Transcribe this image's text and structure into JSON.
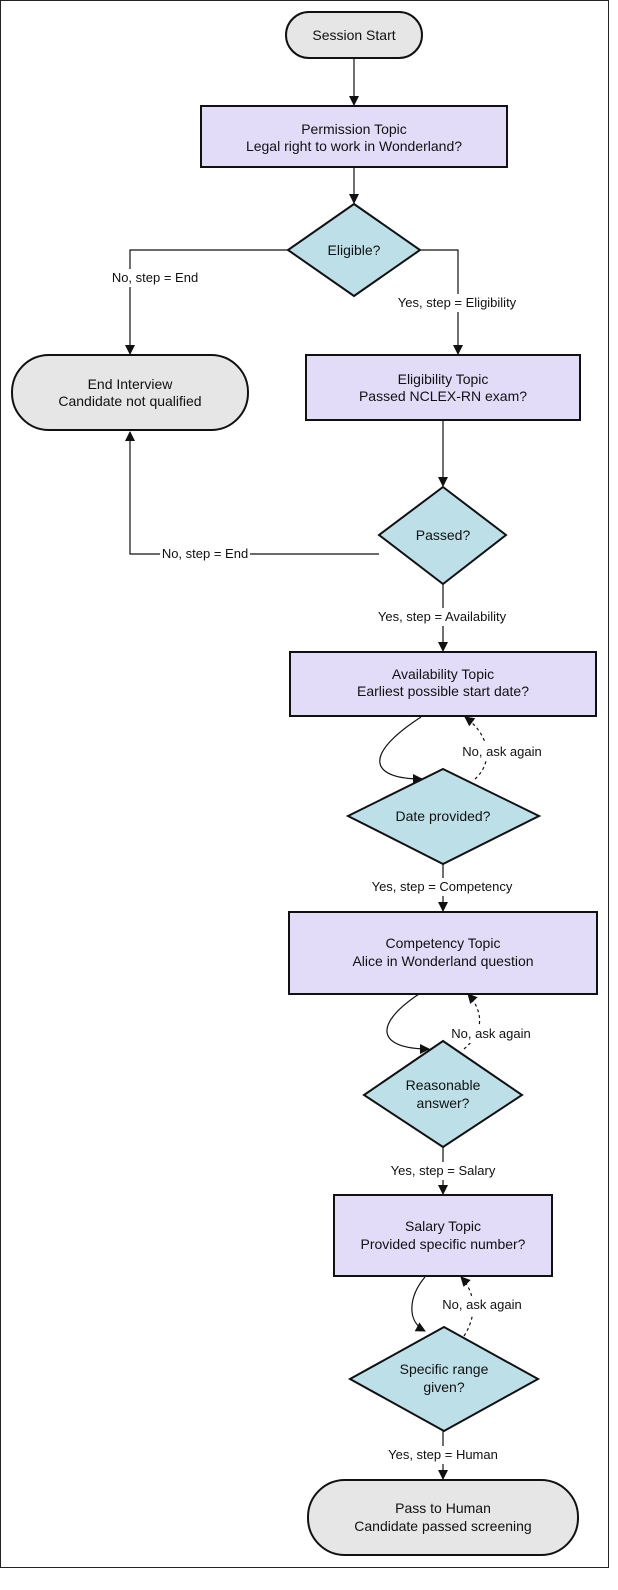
{
  "nodes": {
    "session_start": {
      "lines": [
        "Session Start"
      ]
    },
    "permission": {
      "lines": [
        "Permission Topic",
        "Legal right to work in Wonderland?"
      ]
    },
    "eligible": {
      "lines": [
        "Eligible?"
      ]
    },
    "end_interview": {
      "lines": [
        "End Interview",
        "Candidate not qualified"
      ]
    },
    "eligibility": {
      "lines": [
        "Eligibility Topic",
        "Passed NCLEX-RN exam?"
      ]
    },
    "passed": {
      "lines": [
        "Passed?"
      ]
    },
    "availability": {
      "lines": [
        "Availability Topic",
        "Earliest possible start date?"
      ]
    },
    "date_provided": {
      "lines": [
        "Date provided?"
      ]
    },
    "competency": {
      "lines": [
        "Competency Topic",
        "Alice in Wonderland question"
      ]
    },
    "reasonable": {
      "lines": [
        "Reasonable",
        "answer?"
      ]
    },
    "salary": {
      "lines": [
        "Salary Topic",
        "Provided specific number?"
      ]
    },
    "specific_range": {
      "lines": [
        "Specific range",
        "given?"
      ]
    },
    "pass_human": {
      "lines": [
        "Pass to Human",
        "Candidate passed screening"
      ]
    }
  },
  "edges": {
    "eligible_no": "No, step = End",
    "eligible_yes": "Yes, step = Eligibility",
    "passed_no": "No, step = End",
    "passed_yes": "Yes, step = Availability",
    "date_no": "No, ask again",
    "date_yes": "Yes, step = Competency",
    "reasonable_no": "No, ask again",
    "reasonable_yes": "Yes, step = Salary",
    "range_no": "No, ask again",
    "range_yes": "Yes, step = Human"
  },
  "colors": {
    "terminal_fill": "#e6e6e6",
    "process_fill": "#e3dcf8",
    "decision_fill": "#bde0e8",
    "stroke": "#111111"
  }
}
